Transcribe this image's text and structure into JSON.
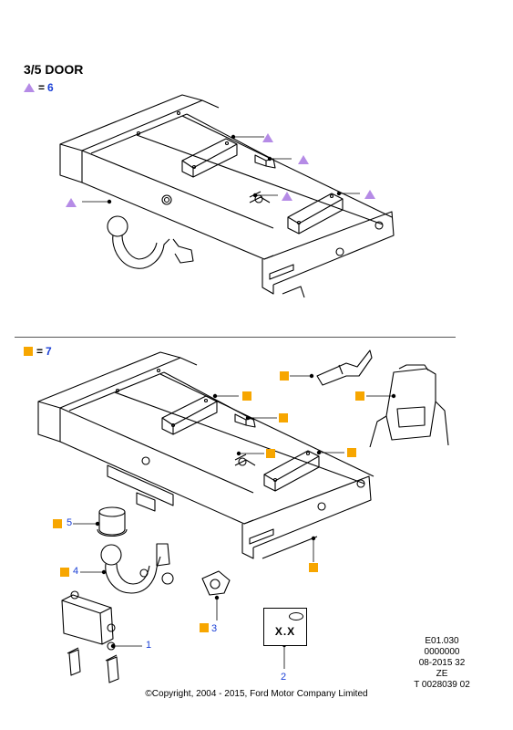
{
  "section_title": "3/5 DOOR",
  "legend_top": {
    "equals": "=",
    "number": "6",
    "marker_color": "#b58be6"
  },
  "legend_bottom": {
    "equals": "=",
    "number": "7",
    "marker_color": "#f7a600"
  },
  "callouts": {
    "c1": "1",
    "c2": "2",
    "c3": "3",
    "c4": "4",
    "c5": "5"
  },
  "label_plate": {
    "text": "X.X"
  },
  "reference": {
    "line1": "E01.030",
    "line2": "0000000",
    "line3": "08-2015 32",
    "line4": "ZE",
    "line5": "T 0028039 02"
  },
  "copyright": "©Copyright, 2004 - 2015, Ford Motor Company Limited"
}
